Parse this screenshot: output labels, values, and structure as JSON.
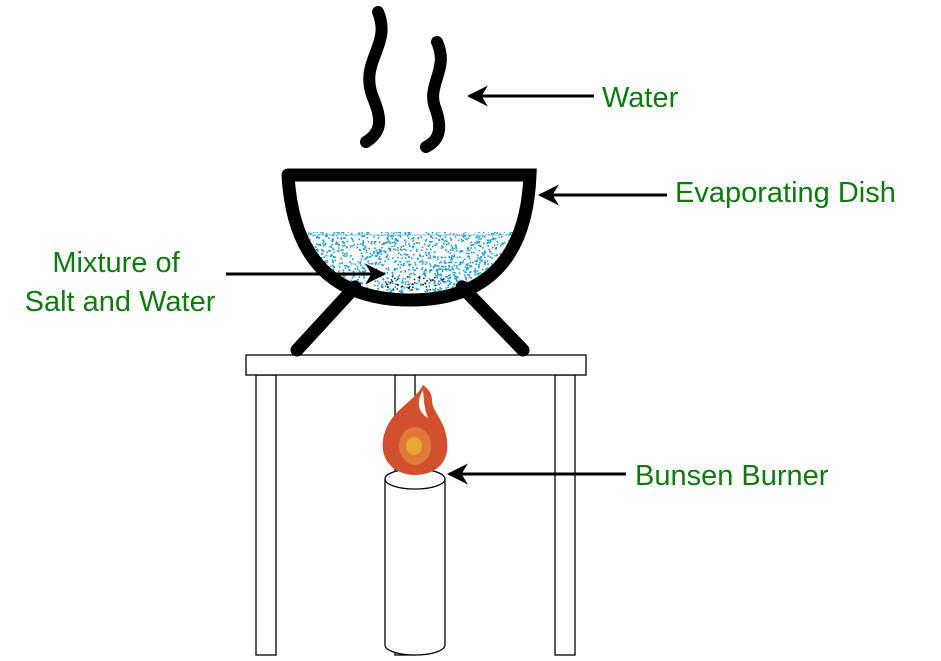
{
  "labels": {
    "water": "Water",
    "dish": "Evaporating Dish",
    "mixture_line1": "Mixture of",
    "mixture_line2": "Salt and Water",
    "burner": "Bunsen Burner"
  },
  "colors": {
    "label": "#0f7a0f",
    "water_speckle": "#1a9ad6",
    "flame_outer": "#d2502e",
    "flame_middle": "#e0783a",
    "flame_core": "#e6a832"
  }
}
